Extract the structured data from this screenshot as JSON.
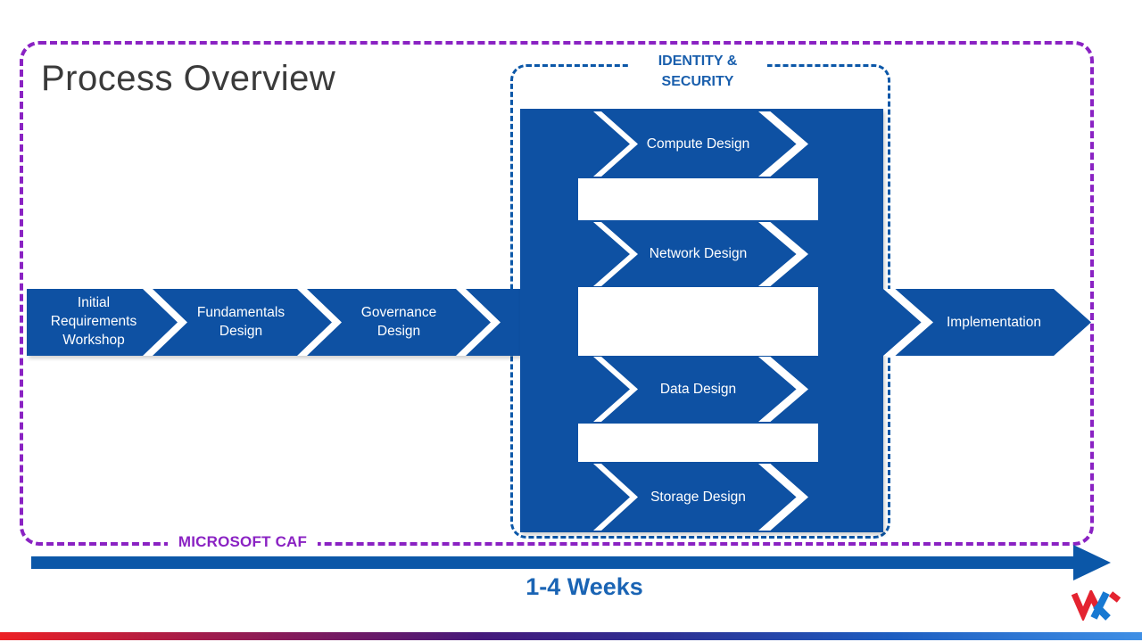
{
  "slide": {
    "title": "Process Overview",
    "frame_label": "MICROSOFT CAF",
    "timeline_label": "1-4 Weeks"
  },
  "main_flow": {
    "steps": [
      "Initial Requirements Workshop",
      "Fundamentals Design",
      "Governance Design"
    ],
    "final_step": "Implementation"
  },
  "identity_group": {
    "label": "IDENTITY & SECURITY",
    "steps": [
      "Compute Design",
      "Network Design",
      "Data Design",
      "Storage Design"
    ]
  },
  "logo": {
    "alt": "red-and-blue W brand mark"
  },
  "colors": {
    "chevron_blue": "#0E51A3",
    "dashed_blue": "#0B57A8",
    "text_blue": "#1A5FAD",
    "weeks_blue": "#1A64B4",
    "purple": "#8A22C3",
    "title_gray": "#3A3A3A",
    "logo_red": "#E42330",
    "logo_blue": "#1879D2"
  }
}
